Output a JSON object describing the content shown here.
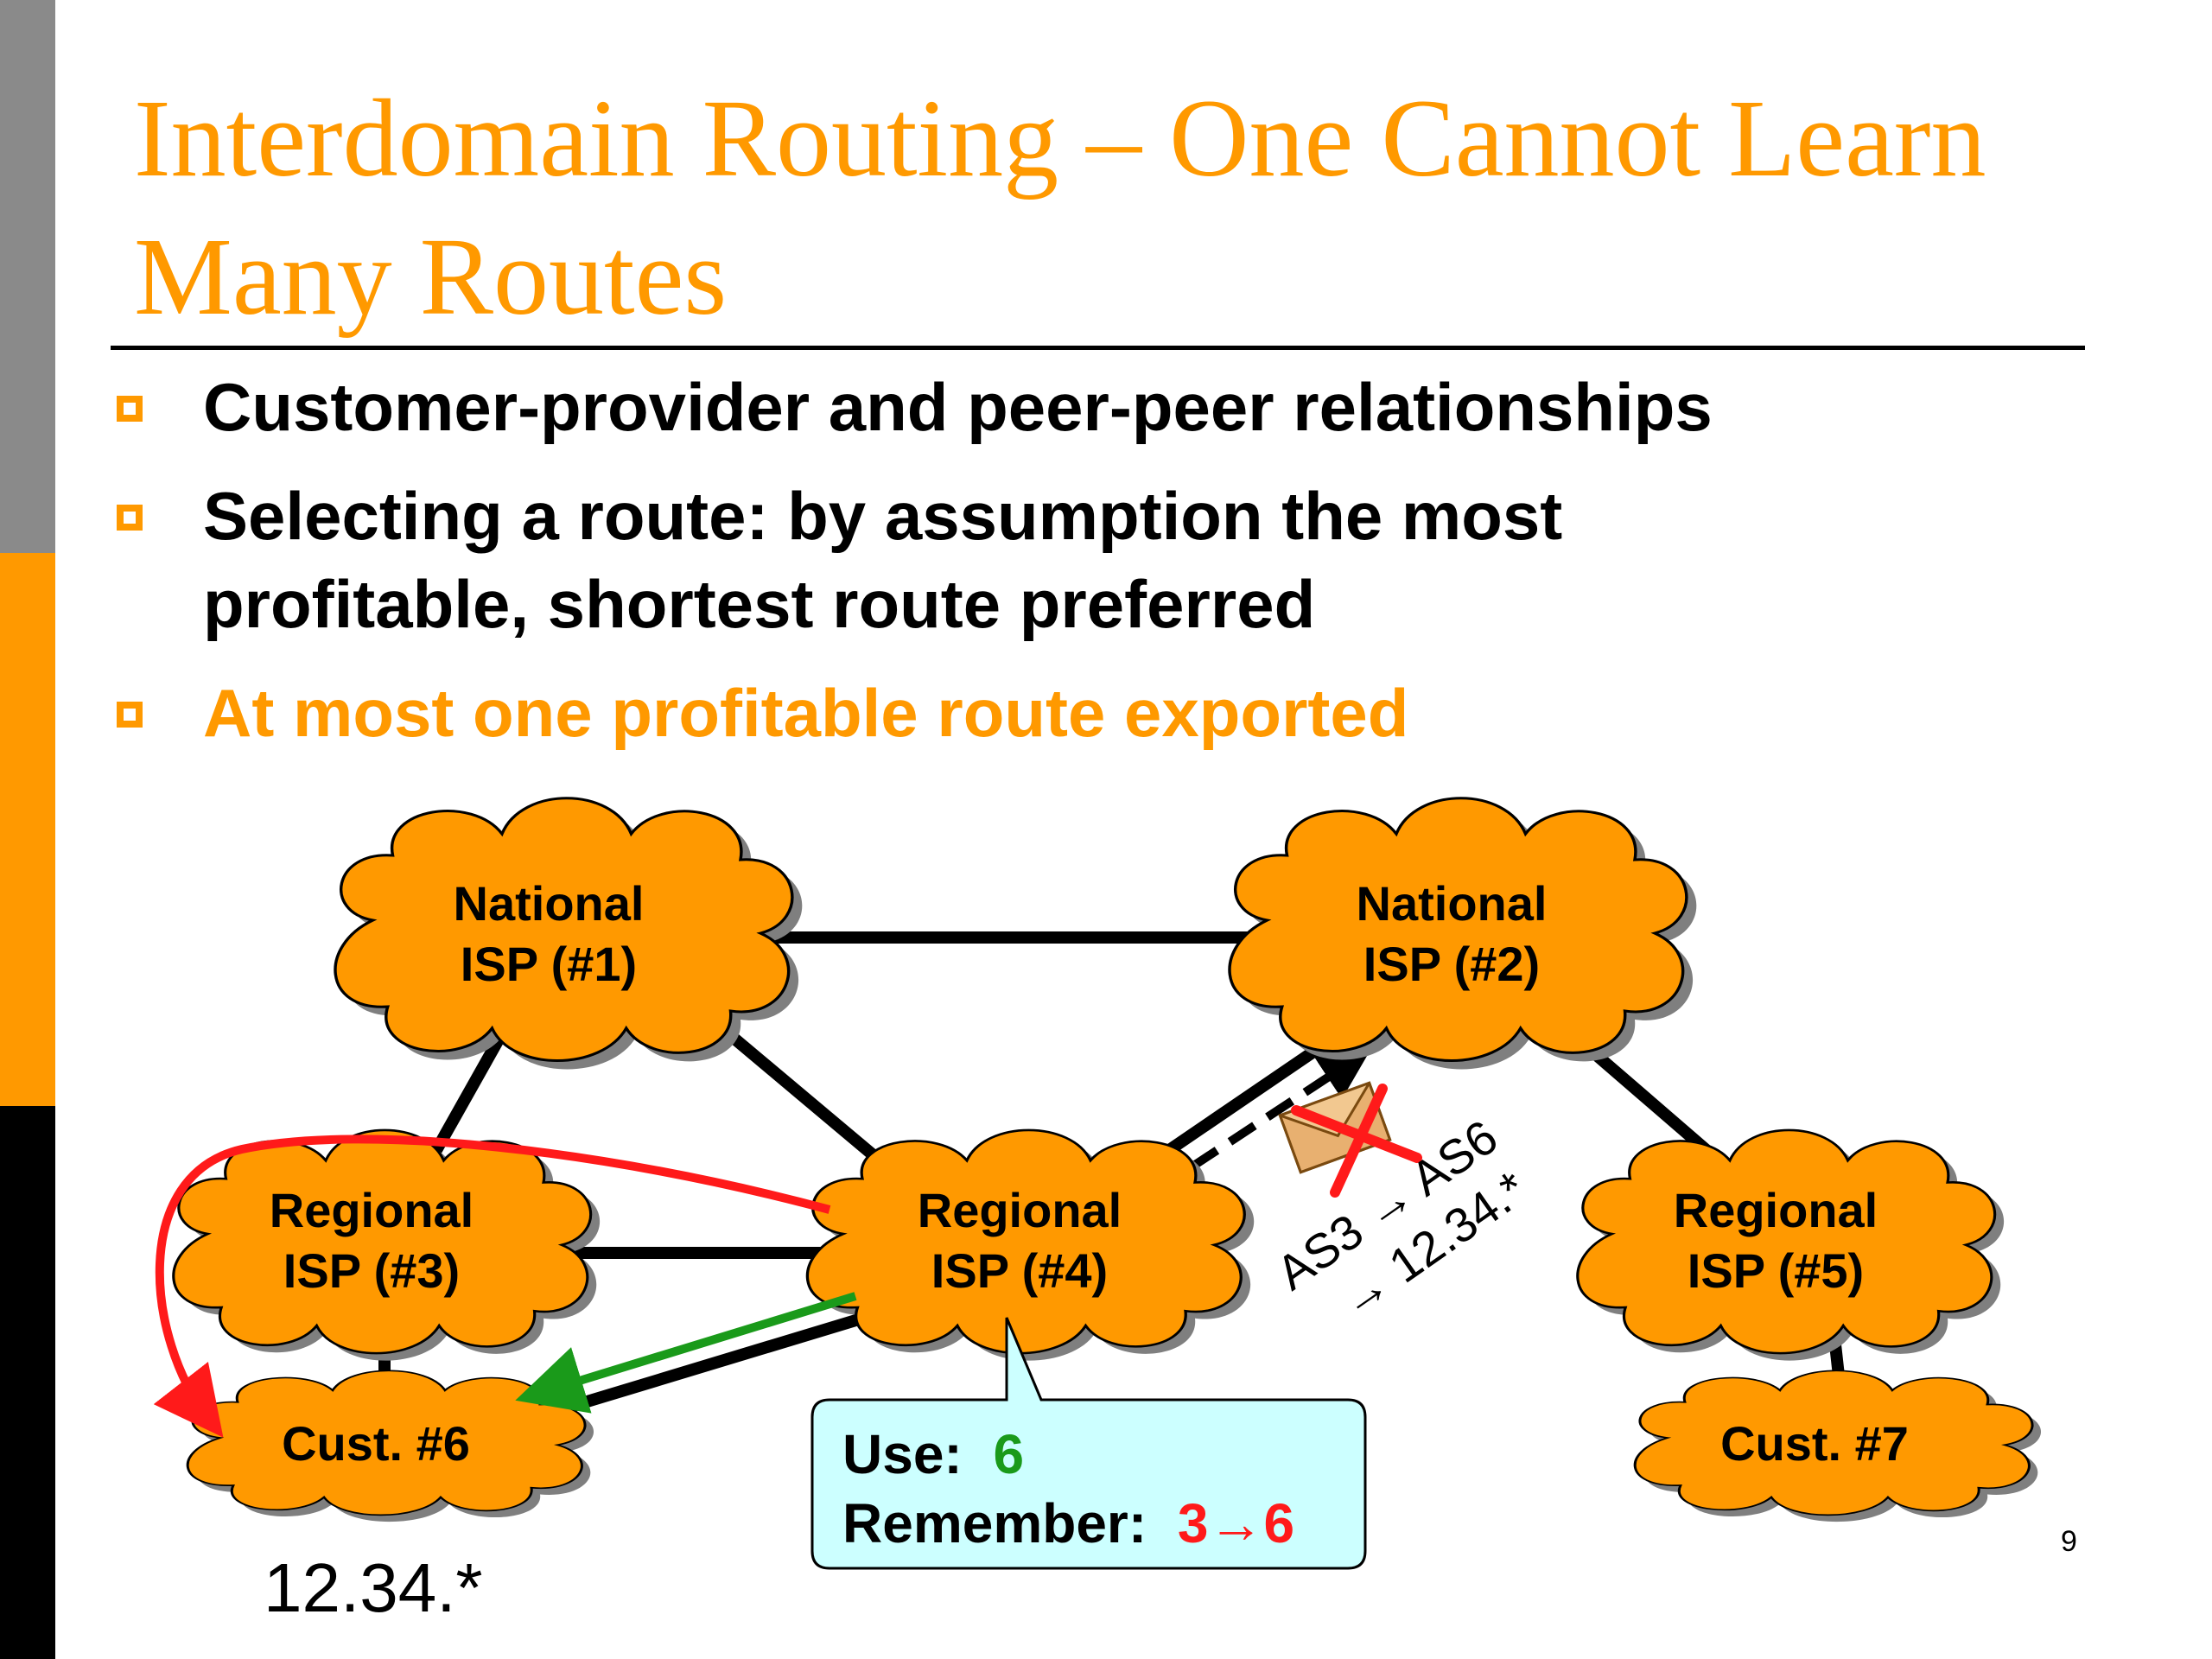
{
  "slide": {
    "title_line1": "Interdomain Routing – One Cannot Learn",
    "title_line2": "Many Routes",
    "page_number": "9",
    "accent_color": "#ff9900"
  },
  "bullets": [
    {
      "text": "Customer-provider and peer-peer relationships",
      "highlighted": false
    },
    {
      "text_line1": "Selecting a route: by assumption the most",
      "text_line2": "profitable, shortest route preferred",
      "highlighted": false
    },
    {
      "text": "At most one profitable route exported",
      "highlighted": true
    }
  ],
  "diagram": {
    "nodes": [
      {
        "id": "isp1",
        "line1": "National",
        "line2": "ISP (#1)"
      },
      {
        "id": "isp2",
        "line1": "National",
        "line2": "ISP (#2)"
      },
      {
        "id": "isp3",
        "line1": "Regional",
        "line2": "ISP (#3)"
      },
      {
        "id": "isp4",
        "line1": "Regional",
        "line2": "ISP (#4)"
      },
      {
        "id": "isp5",
        "line1": "Regional",
        "line2": "ISP (#5)"
      },
      {
        "id": "cust6",
        "line1": "Cust. #6"
      },
      {
        "id": "cust7",
        "line1": "Cust. #7"
      }
    ],
    "prefix_label": "12.34.*",
    "route_label_line1": "AS3 → AS6",
    "route_label_line2": "→ 12.34.*",
    "callout": {
      "use_label": "Use:",
      "use_value": "6",
      "remember_label": "Remember:",
      "remember_value": "3→6",
      "use_color": "#1a9a1a",
      "remember_color": "#ff1a1a",
      "background": "#ccffff"
    },
    "colors": {
      "cloud_fill": "#ff9900",
      "red_path": "#ff1a1a",
      "green_path": "#1a9a1a"
    }
  }
}
